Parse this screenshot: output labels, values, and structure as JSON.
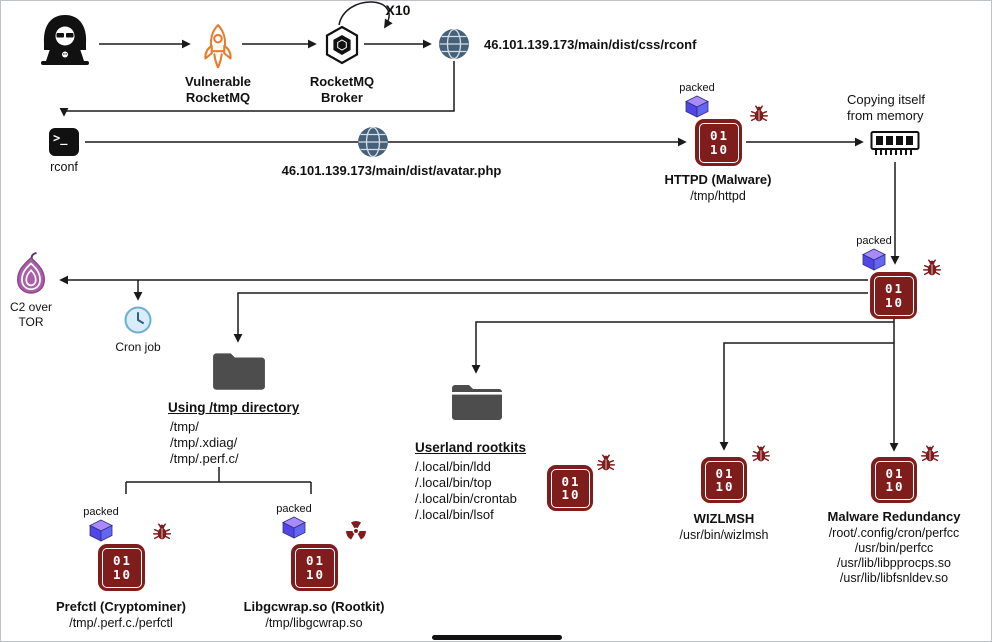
{
  "diagram": {
    "shared": {
      "packed": "packed",
      "bits_top": "01",
      "bits_bottom": "10",
      "prompt": ">_",
      "x10": "X10"
    },
    "colors": {
      "malware_red": "#7f1d1d",
      "arrow_black": "#1a1a1a",
      "globe_slate": "#456179",
      "rocket_orange": "#e87c2e",
      "folder_gray": "#4d4d4d",
      "tor_purple": "#ab5fa8",
      "cube_blue": "#6366f1",
      "clock_blue": "#d9ecf8"
    },
    "vulnerable_rocketmq": {
      "line1": "Vulnerable",
      "line2": "RocketMQ"
    },
    "broker": {
      "line1": "RocketMQ",
      "line2": "Broker"
    },
    "url_rconf": "46.101.139.173/main/dist/css/rconf",
    "rconf_label": "rconf",
    "url_avatar": "46.101.139.173/main/dist/avatar.php",
    "httpd": {
      "title": "HTTPD (Malware)",
      "path": "/tmp/httpd"
    },
    "memory": {
      "line1": "Copying itself",
      "line2": "from memory"
    },
    "c2": {
      "line1": "C2 over",
      "line2": "TOR"
    },
    "cron": {
      "label": "Cron job"
    },
    "tmpdir": {
      "title": "Using /tmp directory",
      "items": [
        "/tmp/",
        "/tmp/.xdiag/",
        "/tmp/.perf.c/"
      ]
    },
    "userland": {
      "title": "Userland rootkits",
      "items": [
        "/.local/bin/ldd",
        "/.local/bin/top",
        "/.local/bin/crontab",
        "/.local/bin/lsof"
      ]
    },
    "wizlmsh": {
      "title": "WIZLMSH",
      "path": "/usr/bin/wizlmsh"
    },
    "redundancy": {
      "title": "Malware Redundancy",
      "items": [
        "/root/.config/cron/perfcc",
        "/usr/bin/perfcc",
        "/usr/lib/libpprocps.so",
        "/usr/lib/libfsnldev.so"
      ]
    },
    "prefctl": {
      "title": "Prefctl (Cryptominer)",
      "path": "/tmp/.perf.c./perfctl"
    },
    "libgcwrap": {
      "title": "Libgcwrap.so (Rootkit)",
      "path": "/tmp/libgcwrap.so"
    }
  }
}
